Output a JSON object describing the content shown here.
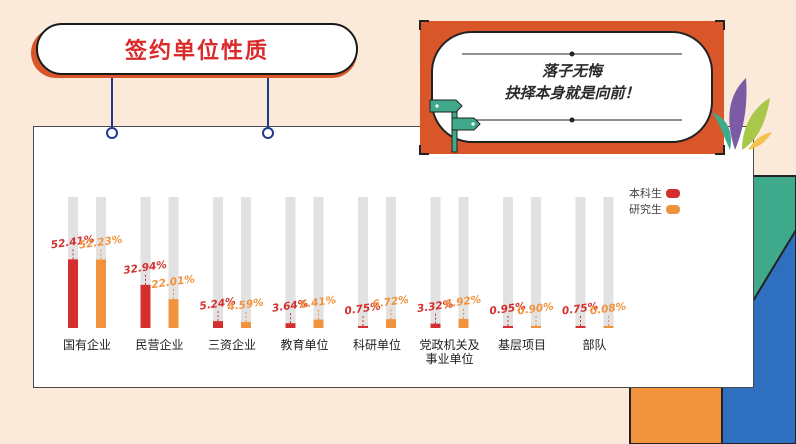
{
  "header": {
    "title": "签约单位性质"
  },
  "quote": {
    "line1": "落子无悔",
    "line2": "抉择本身就是向前！"
  },
  "colors": {
    "background": "#fbe9da",
    "undergrad": "#d32f2f",
    "graduate": "#f1923d",
    "track": "#e2e2e2",
    "accent_red": "#d9562a",
    "navy": "#1f3a8a"
  },
  "chart_data": {
    "type": "bar",
    "title": "",
    "xlabel": "",
    "ylabel": "",
    "ylim": [
      0,
      100
    ],
    "grid": false,
    "legend_position": "top-right",
    "categories": [
      "国有企业",
      "民营企业",
      "三资企业",
      "教育单位",
      "科研单位",
      "党政机关及事业单位",
      "基层项目",
      "部队"
    ],
    "category_lines": [
      [
        "国有企业"
      ],
      [
        "民营企业"
      ],
      [
        "三资企业"
      ],
      [
        "教育单位"
      ],
      [
        "科研单位"
      ],
      [
        "党政机关及",
        "事业单位"
      ],
      [
        "基层项目"
      ],
      [
        "部队"
      ]
    ],
    "series": [
      {
        "name": "本科生",
        "values": [
          52.41,
          32.94,
          5.24,
          3.64,
          0.75,
          3.32,
          0.95,
          0.75
        ],
        "labels": [
          "52.41%",
          "32.94%",
          "5.24%",
          "3.64%",
          "0.75%",
          "3.32%",
          "0.95%",
          "0.75%"
        ]
      },
      {
        "name": "研究生",
        "values": [
          52.23,
          22.01,
          4.59,
          6.41,
          6.72,
          6.92,
          0.9,
          0.08
        ],
        "labels": [
          "52.23%",
          "22.01%",
          "4.59%",
          "6.41%",
          "6.72%",
          "6.92%",
          "0.90%",
          "0.08%"
        ]
      }
    ]
  }
}
